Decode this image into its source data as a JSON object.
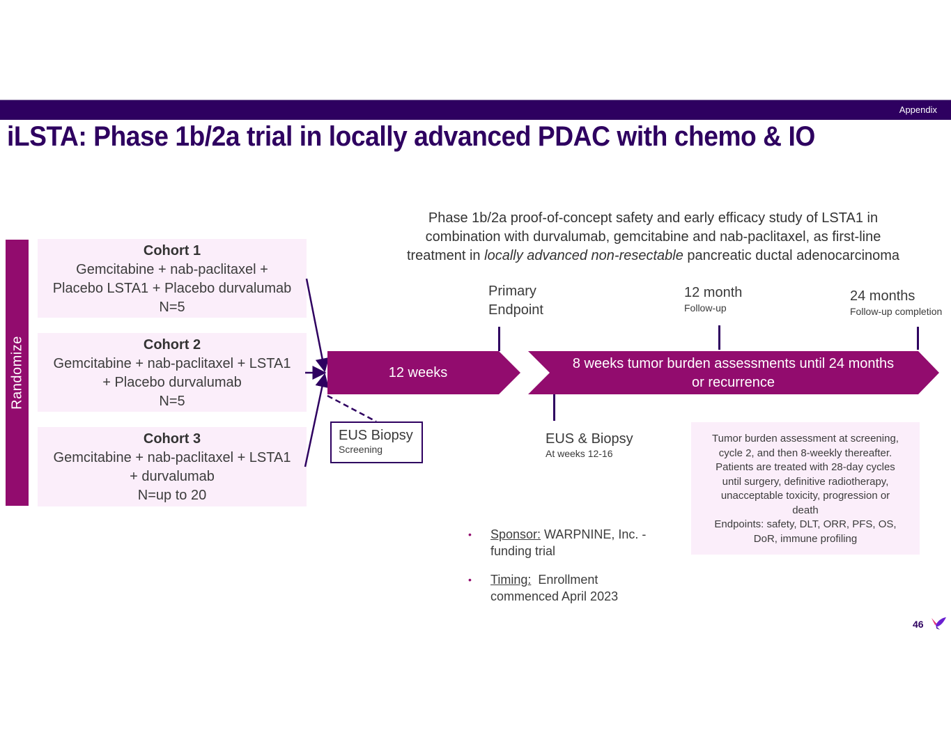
{
  "header": {
    "section_label": "Appendix"
  },
  "title": "iLSTA: Phase 1b/2a trial in locally advanced PDAC with chemo & IO",
  "randomize_label": "Randomize",
  "cohorts": [
    {
      "name": "Cohort 1",
      "lines": [
        "Gemcitabine + nab-paclitaxel +",
        "Placebo LSTA1 + Placebo durvalumab",
        "N=5"
      ]
    },
    {
      "name": "Cohort 2",
      "lines": [
        "Gemcitabine + nab-paclitaxel + LSTA1",
        "+ Placebo durvalumab",
        "N=5"
      ]
    },
    {
      "name": "Cohort 3",
      "lines": [
        "Gemcitabine + nab-paclitaxel + LSTA1",
        "+ durvalumab",
        "N=up to 20"
      ]
    }
  ],
  "study_description": {
    "line1": "Phase 1b/2a proof-of-concept safety and early efficacy study of LSTA1 in",
    "line2": "combination with durvalumab, gemcitabine and nab-paclitaxel, as first-line",
    "line3_pre": "treatment in ",
    "line3_italic": "locally advanced non-resectable",
    "line3_post": " pancreatic ductal adenocarcinoma"
  },
  "milestones": {
    "primary_endpoint": {
      "line1": "Primary",
      "line2": "Endpoint"
    },
    "month12": {
      "title": "12 month",
      "sub": "Follow-up"
    },
    "month24": {
      "title": "24 months",
      "sub": "Follow-up completion"
    }
  },
  "timeline": {
    "phase1": "12 weeks",
    "phase2_line1": "8 weeks tumor burden assessments until 24 months",
    "phase2_line2": "or recurrence"
  },
  "eus_screening": {
    "title": "EUS Biopsy",
    "sub": "Screening"
  },
  "eus_followup": {
    "title": "EUS & Biopsy",
    "sub": "At weeks 12-16"
  },
  "note_lines": [
    "Tumor burden assessment at screening,",
    "cycle 2, and then 8-weekly thereafter.",
    "Patients are treated with 28-day cycles",
    "until surgery, definitive radiotherapy,",
    "unacceptable toxicity, progression or",
    "death",
    "Endpoints: safety, DLT, ORR, PFS, OS,",
    "DoR, immune profiling"
  ],
  "bullets": [
    {
      "label": "Sponsor:",
      "text": " WARPNINE, Inc. - funding trial"
    },
    {
      "label": "Timing:",
      "text": "  Enrollment commenced April 2023"
    }
  ],
  "page_number": "46",
  "colors": {
    "brand_dark": "#2e0060",
    "brand_magenta": "#920c6e",
    "panel_pink": "#fbeefa"
  }
}
